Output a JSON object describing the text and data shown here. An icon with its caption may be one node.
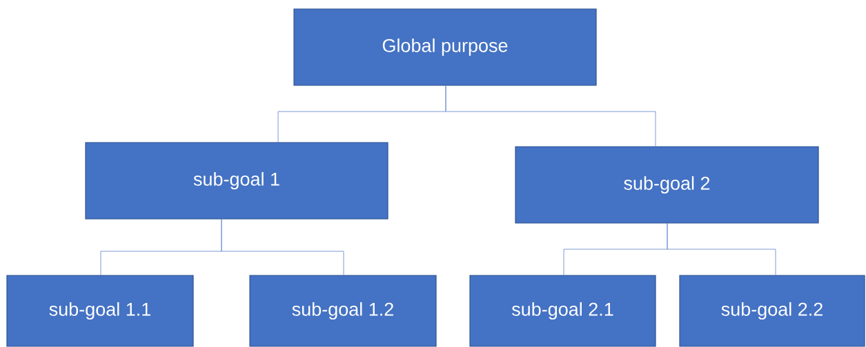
{
  "diagram": {
    "nodes": [
      {
        "text": [
          "Global purpose"
        ]
      },
      {
        "text": [
          "sub-goal 1"
        ]
      },
      {
        "text": [
          "sub-goal 2"
        ]
      },
      {
        "text": [
          "sub-goal 1.1"
        ]
      },
      {
        "text": [
          "sub-goal 1.2"
        ]
      },
      {
        "text": [
          "sub-goal 2.1"
        ]
      },
      {
        "text": [
          "sub-goal 2.2"
        ]
      }
    ],
    "edges": [
      {
        "from": 0,
        "to": 1,
        "arrow": "none"
      },
      {
        "from": 0,
        "to": 2,
        "arrow": "none"
      },
      {
        "from": 1,
        "to": 3,
        "arrow": "none"
      },
      {
        "from": 1,
        "to": 4,
        "arrow": "none"
      },
      {
        "from": 2,
        "to": 5,
        "arrow": "none"
      },
      {
        "from": 2,
        "to": 6,
        "arrow": "none"
      }
    ]
  }
}
